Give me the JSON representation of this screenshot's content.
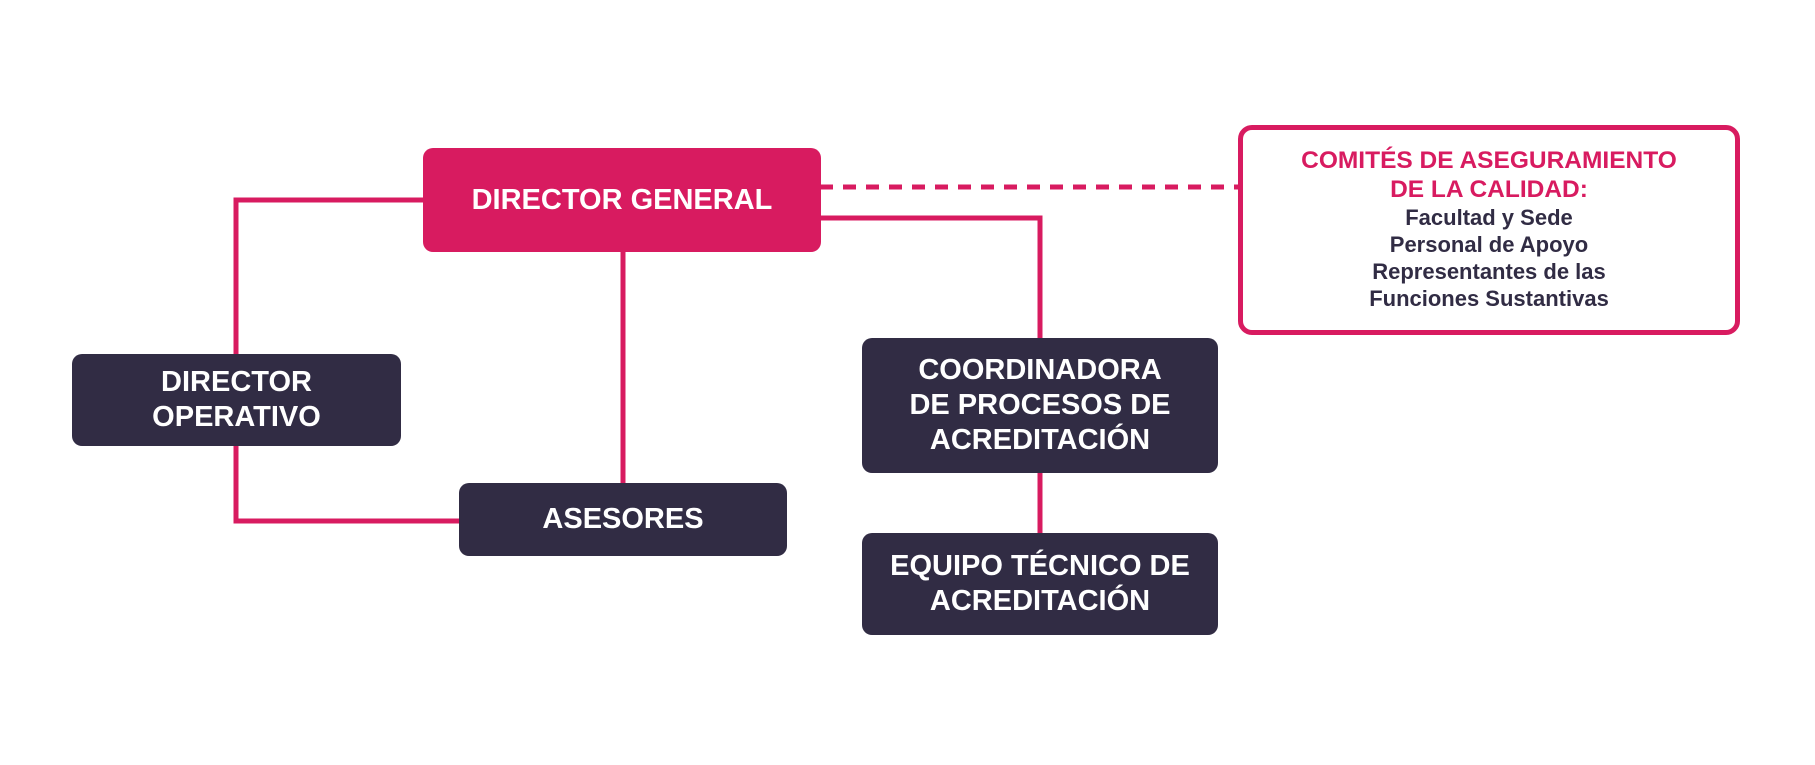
{
  "colors": {
    "accent": "#d81b60",
    "dark_box": "#312c44",
    "text_on_box": "#ffffff"
  },
  "nodes": {
    "director_general": "DIRECTOR GENERAL",
    "director_operativo": [
      "DIRECTOR",
      "OPERATIVO"
    ],
    "asesores": "ASESORES",
    "coordinadora": [
      "COORDINADORA",
      "DE PROCESOS DE",
      "ACREDITACIÓN"
    ],
    "equipo_tecnico": [
      "EQUIPO TÉCNICO DE",
      "ACREDITACIÓN"
    ]
  },
  "committees": {
    "title": [
      "COMITÉS DE ASEGURAMIENTO",
      "DE LA CALIDAD:"
    ],
    "items": [
      "Facultad y Sede",
      "Personal de Apoyo",
      "Representantes de las",
      "Funciones Sustantivas"
    ]
  }
}
